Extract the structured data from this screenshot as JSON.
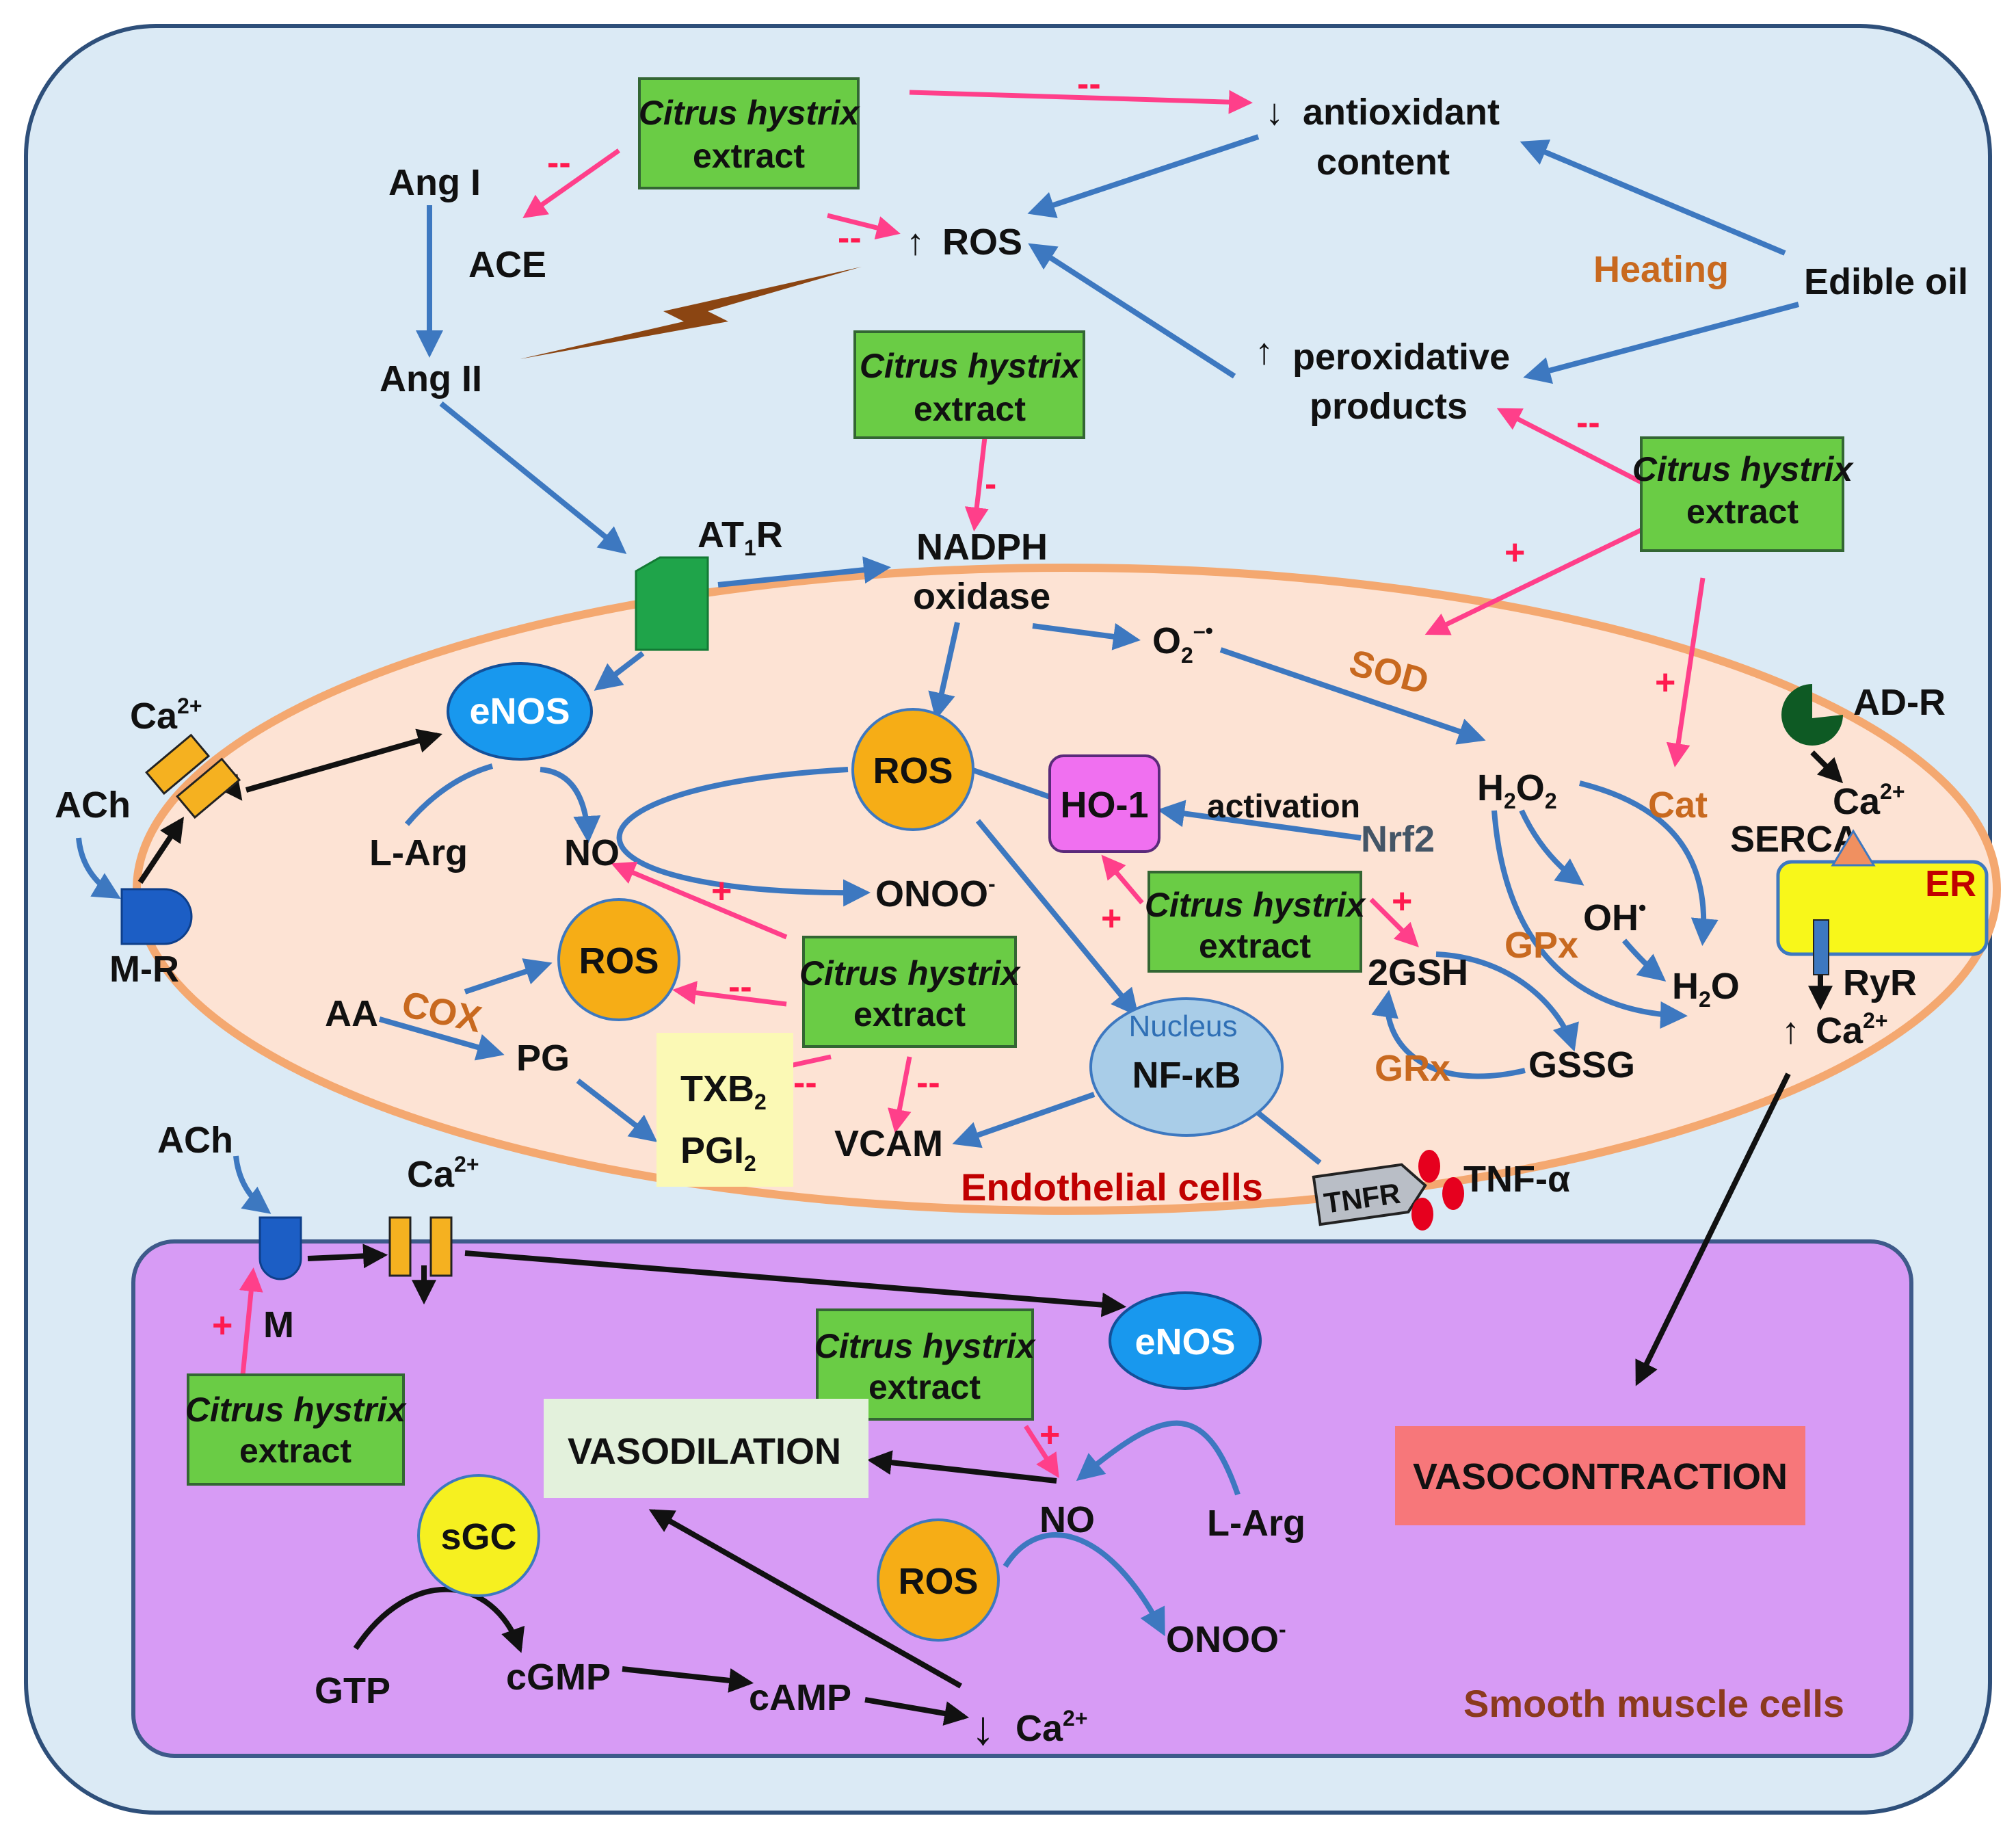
{
  "extract": {
    "line1": "Citrus hystrix",
    "line2": "extract"
  },
  "top": {
    "antioxidant_arrow": "↓",
    "antioxidant_line1": "antioxidant",
    "antioxidant_line2": "content",
    "ros_arrow": "↑",
    "ros": "ROS",
    "heating": "Heating",
    "edible_oil": "Edible oil",
    "perox_arrow": "↑",
    "perox_line1": "peroxidative",
    "perox_line2": "products",
    "ang1": "Ang I",
    "ace": "ACE",
    "ang2": "Ang II",
    "at1r": "AT",
    "at1r_sub": "1",
    "at1r_tail": "R",
    "nadph_line1": "NADPH",
    "nadph_line2": "oxidase"
  },
  "endo": {
    "ach": "ACh",
    "ca": "Ca",
    "ca_sup": "2+",
    "mr": "M-R",
    "enos": "eNOS",
    "larg": "L-Arg",
    "no": "NO",
    "ros1": "ROS",
    "onoo": "ONOO",
    "onoo_sup": "-",
    "ho1": "HO-1",
    "activation": "activation",
    "nrf2": "Nrf2",
    "o2": "O",
    "o2_sub": "2",
    "o2_sup": "–•",
    "sod": "SOD",
    "h2o2_a": "H",
    "h2o2_b": "2",
    "h2o2_c": "O",
    "h2o2_d": "2",
    "cat": "Cat",
    "oh": "OH",
    "oh_sup": "•",
    "gpx": "GPx",
    "h2o_a": "H",
    "h2o_b": "2",
    "h2o_c": "O",
    "gsh": "2GSH",
    "gssg": "GSSG",
    "grx": "GRx",
    "nucleus": "Nucleus",
    "nfkb": "NF-κB",
    "ros2": "ROS",
    "aa": "AA",
    "cox": "COX",
    "pg": "PG",
    "txb2": "TXB",
    "txb2_sub": "2",
    "pgi2": "PGI",
    "pgi2_sub": "2",
    "vcam": "VCAM",
    "tnfr": "TNFR",
    "tnfa": "TNF-α",
    "cell_label": "Endothelial cells",
    "adr": "AD-R",
    "serca": "SERCA",
    "er": "ER",
    "ryr": "RyR",
    "ca_up_arrow": "↑"
  },
  "smc": {
    "ach": "ACh",
    "ca": "Ca",
    "ca_sup": "2+",
    "m": "M",
    "enos": "eNOS",
    "vasodilation": "VASODILATION",
    "vasocontraction": "VASOCONTRACTION",
    "no": "NO",
    "larg": "L-Arg",
    "ros": "ROS",
    "onoo": "ONOO",
    "onoo_sup": "-",
    "sgc": "sGC",
    "gtp": "GTP",
    "cgmp": "cGMP",
    "camp": "cAMP",
    "ca_down_arrow": "↓",
    "cell_label": "Smooth muscle cells"
  },
  "signs": {
    "minus2": "--",
    "minus1": "-",
    "plus": "+"
  },
  "colors": {
    "outer_bg": "#dbeaf5",
    "endo_fill": "#fde3d4",
    "endo_stroke": "#f4a870",
    "smc_fill": "#d79bf5",
    "extract_fill": "#6acc45",
    "ros_fill": "#f6ad16",
    "enos_fill": "#1898ee",
    "ho1_fill": "#f070f0",
    "sgc_fill": "#f6f020",
    "er_fill": "#f8f71a",
    "vasodilation_fill": "#e3f1dc",
    "vasocontraction_fill": "#f7777a",
    "blue_arrow": "#3d78c0",
    "pink_arrow": "#ff3f8a"
  }
}
